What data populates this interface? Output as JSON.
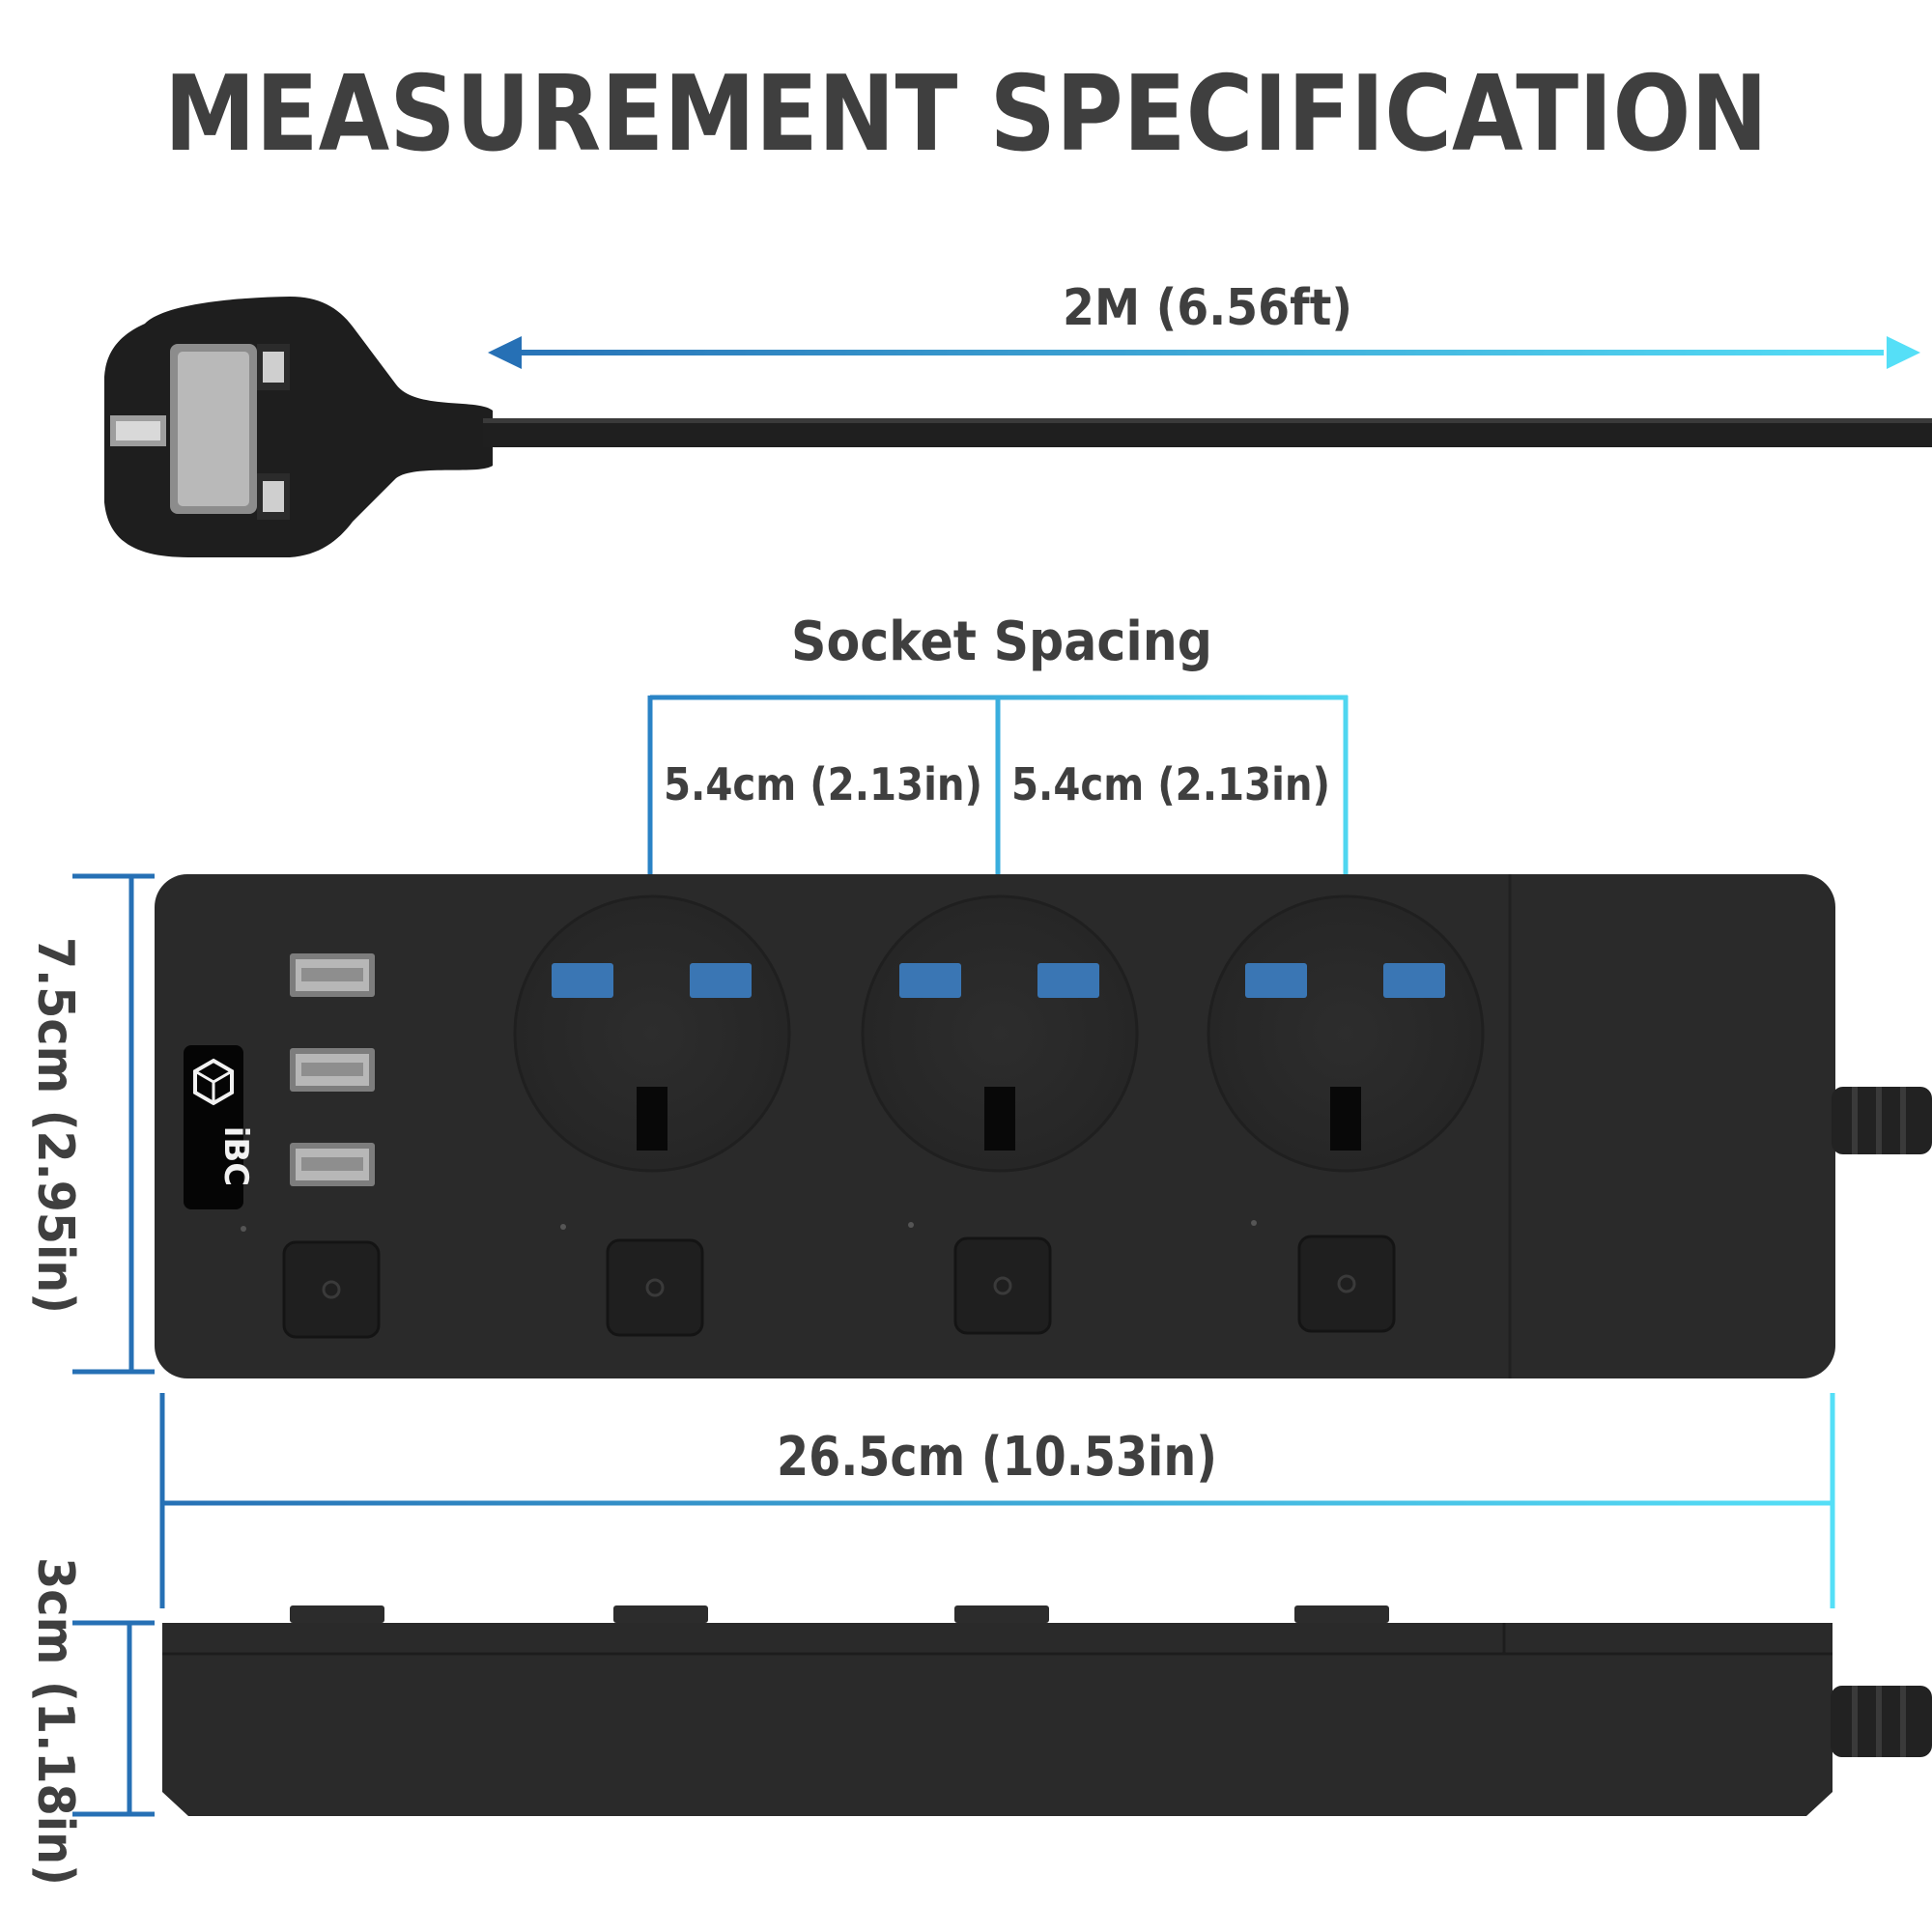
{
  "title": "MEASUREMENT SPECIFICATION",
  "cable_length": "2M (6.56ft)",
  "socket_spacing": {
    "heading": "Socket Spacing",
    "gap_1": "5.4cm (2.13in)",
    "gap_2": "5.4cm (2.13in)"
  },
  "height_label": "7.5cm (2.95in)",
  "width_label": "26.5cm (10.53in)",
  "depth_label": "3cm (1.18in)",
  "brand": "iBC",
  "colors": {
    "heading_text": "#3f3f3f",
    "dimension_line_start": "#2670b5",
    "dimension_line_end": "#55dff7",
    "product_body": "#2a2a2a",
    "socket_shutter": "#3a76b4"
  },
  "product": {
    "usb_ports": 3,
    "sockets": 3,
    "switches": 4
  }
}
